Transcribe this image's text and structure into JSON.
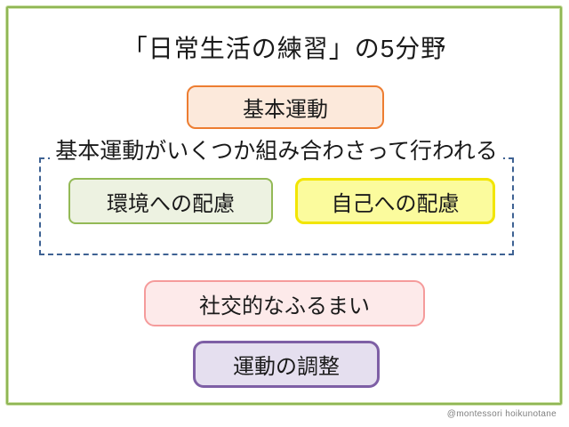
{
  "slide": {
    "title": "「日常生活の練習」の5分野",
    "group_caption": "基本運動がいくつか組み合わさって行われる",
    "watermark": "@montessori hoikunotane"
  },
  "boxes": {
    "basic_movement": {
      "label": "基本運動",
      "fill": "#FCE9DB",
      "border": "#ED7D31"
    },
    "care_environment": {
      "label": "環境への配慮",
      "fill": "#EDF2E1",
      "border": "#93B956"
    },
    "care_self": {
      "label": "自己への配慮",
      "fill": "#FBFB9D",
      "border": "#F2E500"
    },
    "social_behavior": {
      "label": "社交的なふるまい",
      "fill": "#FDEAEA",
      "border": "#F59B9B"
    },
    "motor_coordination": {
      "label": "運動の調整",
      "fill": "#E5DFEF",
      "border": "#7E5FA5"
    }
  },
  "colors": {
    "frame_border": "#8FB654",
    "frame_border_light": "#CCE0A6",
    "dashed_group_border": "#3E6293",
    "text": "#1A1A1A",
    "watermark_text": "#7F7F7F",
    "background": "#FFFFFF"
  }
}
